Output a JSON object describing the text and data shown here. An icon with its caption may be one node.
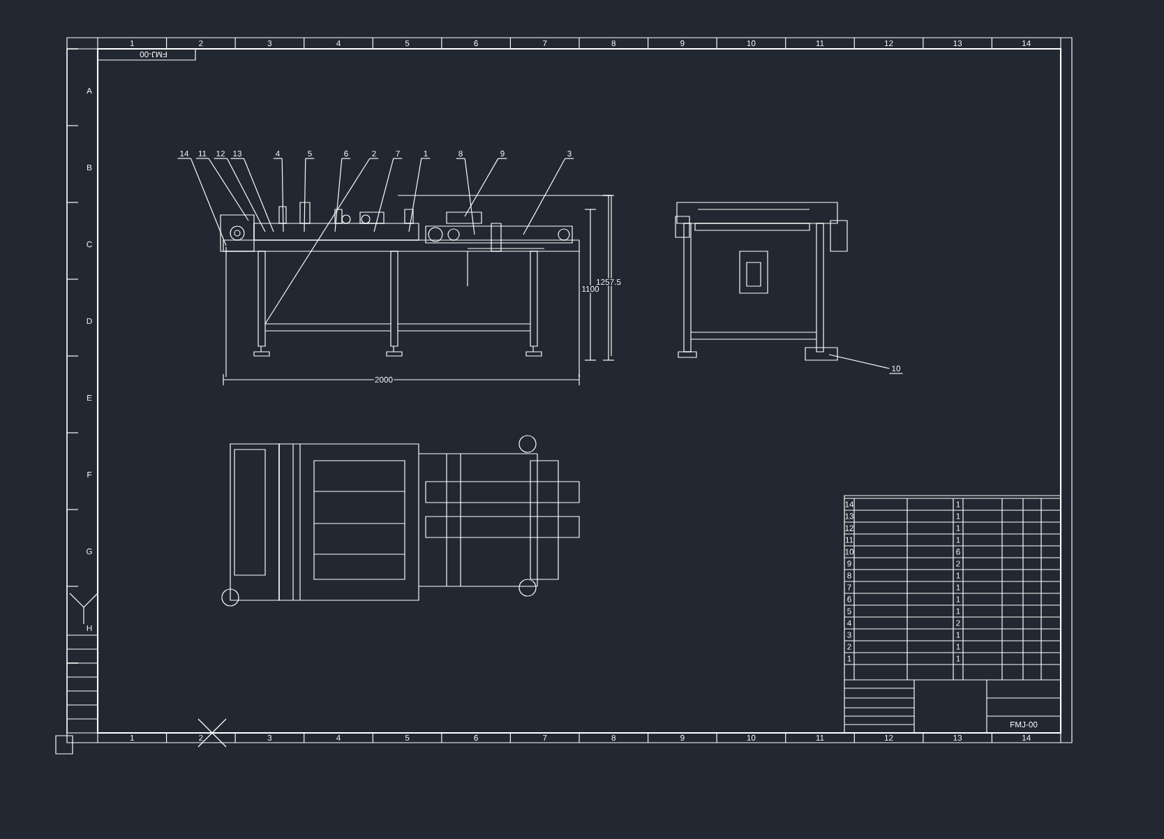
{
  "diagram": {
    "nodes": [
      {
        "text": [
          "14"
        ]
      },
      {
        "text": [
          "11"
        ]
      },
      {
        "text": [
          "12"
        ]
      },
      {
        "text": [
          "13"
        ]
      },
      {
        "text": [
          "4"
        ]
      },
      {
        "text": [
          "5"
        ]
      },
      {
        "text": [
          "6"
        ]
      },
      {
        "text": [
          "2"
        ]
      },
      {
        "text": [
          "7"
        ]
      },
      {
        "text": [
          "1"
        ]
      },
      {
        "text": [
          "8"
        ]
      },
      {
        "text": [
          "9"
        ]
      },
      {
        "text": [
          "3"
        ]
      },
      {
        "text": [
          "10"
        ]
      }
    ],
    "edges": [
      {
        "from": 0,
        "to": null,
        "arrow": "none"
      },
      {
        "from": 1,
        "to": null,
        "arrow": "none"
      },
      {
        "from": 2,
        "to": null,
        "arrow": "none"
      },
      {
        "from": 3,
        "to": null,
        "arrow": "none"
      },
      {
        "from": 4,
        "to": null,
        "arrow": "none"
      },
      {
        "from": 5,
        "to": null,
        "arrow": "none"
      },
      {
        "from": 6,
        "to": null,
        "arrow": "none"
      },
      {
        "from": 7,
        "to": null,
        "arrow": "none"
      },
      {
        "from": 8,
        "to": null,
        "arrow": "none"
      },
      {
        "from": 9,
        "to": null,
        "arrow": "none"
      },
      {
        "from": 10,
        "to": null,
        "arrow": "none"
      },
      {
        "from": 11,
        "to": null,
        "arrow": "none"
      },
      {
        "from": 12,
        "to": null,
        "arrow": "none"
      },
      {
        "from": 13,
        "to": null,
        "arrow": "none"
      }
    ],
    "labels": [
      "1",
      "2",
      "3",
      "4",
      "5",
      "6",
      "7",
      "8",
      "9",
      "10",
      "11",
      "12",
      "13",
      "14",
      "1",
      "2",
      "3",
      "4",
      "5",
      "6",
      "7",
      "8",
      "9",
      "10",
      "11",
      "12",
      "13",
      "14",
      "A",
      "B",
      "C",
      "D",
      "E",
      "F",
      "G",
      "H",
      "FMJ-00",
      "2000",
      "1100",
      "1257.5",
      "14",
      "1",
      "13",
      "1",
      "12",
      "1",
      "11",
      "1",
      "10",
      "6",
      "9",
      "2",
      "8",
      "1",
      "7",
      "1",
      "6",
      "1",
      "5",
      "1",
      "4",
      "2",
      "3",
      "1",
      "2",
      "1",
      "1",
      "1",
      "FMJ-00"
    ]
  }
}
